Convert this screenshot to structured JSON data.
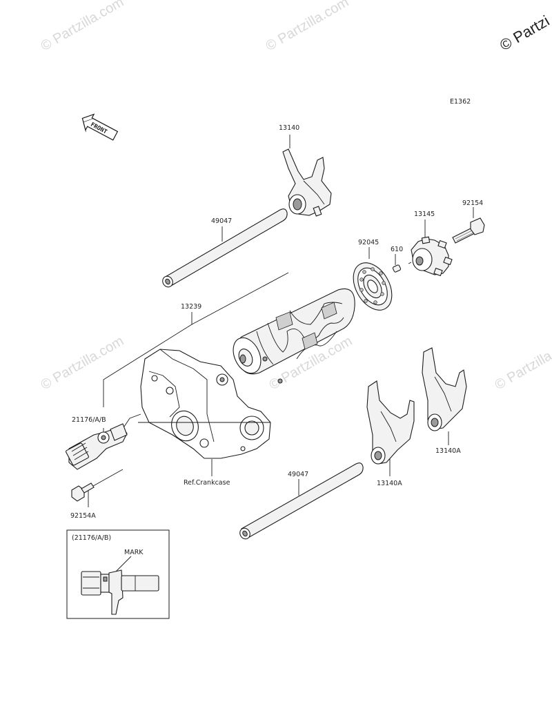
{
  "watermarks": {
    "brand": "© Partzilla.com",
    "brand_corner": "© Partzi"
  },
  "diagram": {
    "ref_code": "E1362",
    "front_label": "FRONT",
    "labels": {
      "shift_fork_top": "13140",
      "shaft_upper": "49047",
      "drum": "13239",
      "sensor": "21176/A/B",
      "bolt_left": "92154A",
      "crankcase": "Ref.Crankcase",
      "shaft_lower": "49047",
      "fork_a_left": "13140A",
      "fork_a_right": "13140A",
      "bearing": "92045",
      "pin": "610",
      "holder": "13145",
      "bolt_right": "92154"
    },
    "inset": {
      "title": "(21176/A/B)",
      "mark_label": "MARK"
    }
  }
}
